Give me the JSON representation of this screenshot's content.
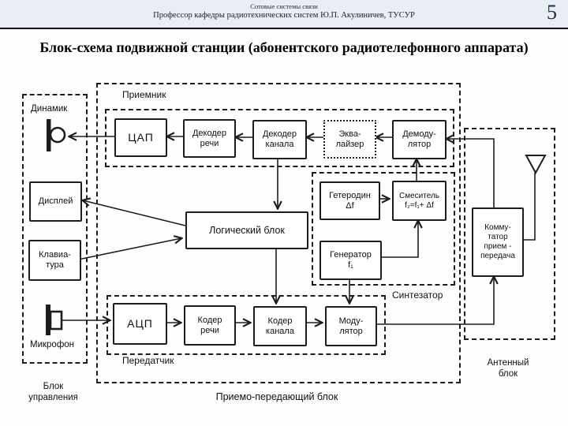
{
  "header": {
    "line1": "Сотовые системы связи",
    "line2": "Профессор кафедры радиотехнических систем Ю.П. Акулиничев, ТУСУР",
    "page_number": "5"
  },
  "title": "Блок-схема подвижной станции (абонентского радиотелефонного аппарата)",
  "diagram": {
    "control_unit": {
      "caption": "Блок\nуправления",
      "speaker_label": "Динамик",
      "mic_label": "Микрофон"
    },
    "transceiver": {
      "caption": "Приемо-передающий блок",
      "receiver_label": "Приемник",
      "transmitter_label": "Передатчик",
      "synthesizer_label": "Синтезатор"
    },
    "antenna_unit": {
      "caption": "Антенный\nблок"
    },
    "blocks": {
      "dac": "ЦАП",
      "speech_decoder": "Декодер\nречи",
      "channel_decoder_rx": "Декодер\nканала",
      "equalizer": "Эква-\nлайзер",
      "demodulator": "Демоду-\nлятор",
      "local_oscillator": "Гетеродин\nΔf",
      "mixer": "Смеситель\nf₂=f₁+ Δf",
      "generator": "Генератор\nf₁",
      "logic": "Логический блок",
      "adc": "АЦП",
      "speech_coder": "Кодер\nречи",
      "channel_coder_tx": "Кодер\nканала",
      "modulator": "Моду-\nлятор",
      "switch": "Комму-\nтатор\nприем -\nпередача",
      "display": "Дисплей",
      "keyboard": "Клавиа-\nтура"
    }
  },
  "icons": {
    "speaker": "speaker-icon",
    "microphone": "microphone-icon",
    "antenna": "antenna-icon"
  },
  "colors": {
    "line": "#1d1d1d",
    "header_bg": "#e9eef4",
    "page_number": "#1b2b4a"
  }
}
